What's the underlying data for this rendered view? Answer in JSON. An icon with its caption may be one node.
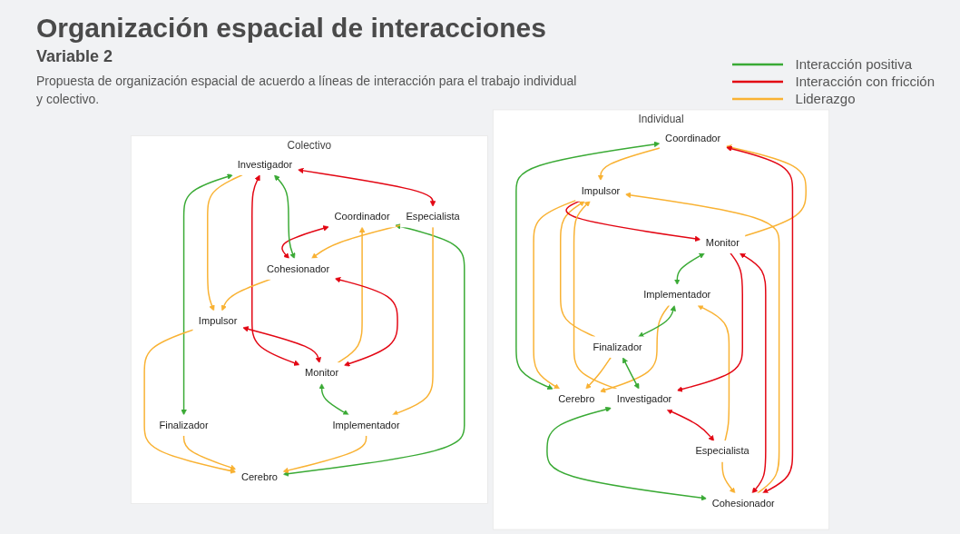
{
  "diagram": {
    "title": "Organización espacial de interacciones",
    "nodes": [
      {
        "text": [
          "Individual"
        ]
      },
      {
        "text": [
          "Coordinador"
        ],
        "in": 0
      },
      {
        "text": [
          "Monitor"
        ],
        "in": 0
      },
      {
        "text": [
          "Cerebro"
        ],
        "in": 0
      },
      {
        "text": [
          "Implementador"
        ],
        "in": 0
      },
      {
        "text": [
          "Especialista"
        ],
        "in": 0
      },
      {
        "text": [
          "Impulsor"
        ],
        "in": 0
      },
      {
        "text": [
          "Finalizador"
        ],
        "in": 0
      },
      {
        "text": [
          "Cohesionador"
        ],
        "in": 0
      },
      {
        "text": [
          "Investigador"
        ],
        "in": 0
      },
      {
        "text": [
          "Colectivo"
        ]
      },
      {
        "text": [
          "Coordinador"
        ],
        "in": 10
      },
      {
        "text": [
          "Investigador"
        ],
        "in": 10
      },
      {
        "text": [
          "Monitor"
        ],
        "in": 10
      },
      {
        "text": [
          "Impulsor"
        ],
        "in": 10
      },
      {
        "text": [
          "Especialista"
        ],
        "in": 10
      },
      {
        "text": [
          "Cerebro"
        ],
        "in": 10
      },
      {
        "text": [
          "Cohesionador"
        ],
        "in": 10
      },
      {
        "text": [
          "Finalizador"
        ],
        "in": 10
      },
      {
        "text": [
          "Implementador"
        ],
        "in": 10
      }
    ],
    "edges": [
      {
        "from": 2,
        "to": 1,
        "arrow": "to"
      },
      {
        "from": 1,
        "to": 3,
        "arrow": "both",
        "color": "#3aaa35"
      },
      {
        "from": 2,
        "to": 4,
        "arrow": "both",
        "color": "#3aaa35"
      },
      {
        "from": 4,
        "to": 3,
        "arrow": "to"
      },
      {
        "from": 5,
        "to": 4,
        "arrow": "to"
      },
      {
        "from": 1,
        "to": 6,
        "arrow": "to"
      },
      {
        "from": 6,
        "to": 3,
        "arrow": "to"
      },
      {
        "from": 7,
        "to": 3,
        "arrow": "to"
      },
      {
        "from": 7,
        "to": 6,
        "arrow": "to"
      },
      {
        "from": 4,
        "to": 7,
        "arrow": "both",
        "color": "#3aaa35"
      },
      {
        "from": 5,
        "to": 8,
        "arrow": "to"
      },
      {
        "from": 6,
        "to": 2,
        "arrow": "to",
        "color": "#e30613"
      },
      {
        "from": 2,
        "to": 9,
        "arrow": "to",
        "color": "#e30613"
      },
      {
        "from": 2,
        "to": 8,
        "arrow": "both",
        "color": "#e30613"
      },
      {
        "from": 1,
        "to": 8,
        "arrow": "both",
        "color": "#e30613"
      },
      {
        "from": 9,
        "to": 6,
        "arrow": "to"
      },
      {
        "from": 8,
        "to": 6,
        "arrow": "to"
      },
      {
        "from": 7,
        "to": 9,
        "arrow": "both",
        "color": "#3aaa35"
      },
      {
        "from": 9,
        "to": 8,
        "arrow": "both",
        "color": "#3aaa35"
      },
      {
        "from": 9,
        "to": 5,
        "arrow": "both",
        "color": "#e30613"
      },
      {
        "from": 13,
        "to": 11,
        "arrow": "to"
      },
      {
        "from": 12,
        "to": 13,
        "arrow": "both",
        "color": "#e30613"
      },
      {
        "from": 14,
        "to": 13,
        "arrow": "both",
        "color": "#e30613"
      },
      {
        "from": 12,
        "to": 15,
        "arrow": "both",
        "color": "#e30613"
      },
      {
        "from": 11,
        "to": 17,
        "arrow": "both",
        "color": "#e30613"
      },
      {
        "from": 13,
        "to": 17,
        "arrow": "both",
        "color": "#e30613"
      },
      {
        "from": 16,
        "to": 11,
        "arrow": "both",
        "color": "#3aaa35"
      },
      {
        "from": 12,
        "to": 17,
        "arrow": "both",
        "color": "#3aaa35"
      },
      {
        "from": 12,
        "to": 18,
        "arrow": "both",
        "color": "#3aaa35"
      },
      {
        "from": 13,
        "to": 19,
        "arrow": "both",
        "color": "#3aaa35"
      },
      {
        "from": 12,
        "to": 14,
        "arrow": "to"
      },
      {
        "from": 14,
        "to": 16,
        "arrow": "to"
      },
      {
        "from": 18,
        "to": 16,
        "arrow": "to"
      },
      {
        "from": 17,
        "to": 14,
        "arrow": "to"
      },
      {
        "from": 19,
        "to": 16,
        "arrow": "to"
      },
      {
        "from": 15,
        "to": 17,
        "arrow": "to"
      },
      {
        "from": 15,
        "to": 19,
        "arrow": "to"
      }
    ],
    "labels": [
      "Variable 2",
      "Propuesta de organización espacial de acuerdo a líneas de interacción para el trabajo individual y colectivo."
    ],
    "legend": [
      {
        "text": "Interacción positiva",
        "color": "#3aaa35"
      },
      {
        "text": "Interacción con fricción",
        "color": "#e30613"
      },
      {
        "text": "Liderazgo",
        "color": "#f9b233"
      }
    ]
  }
}
